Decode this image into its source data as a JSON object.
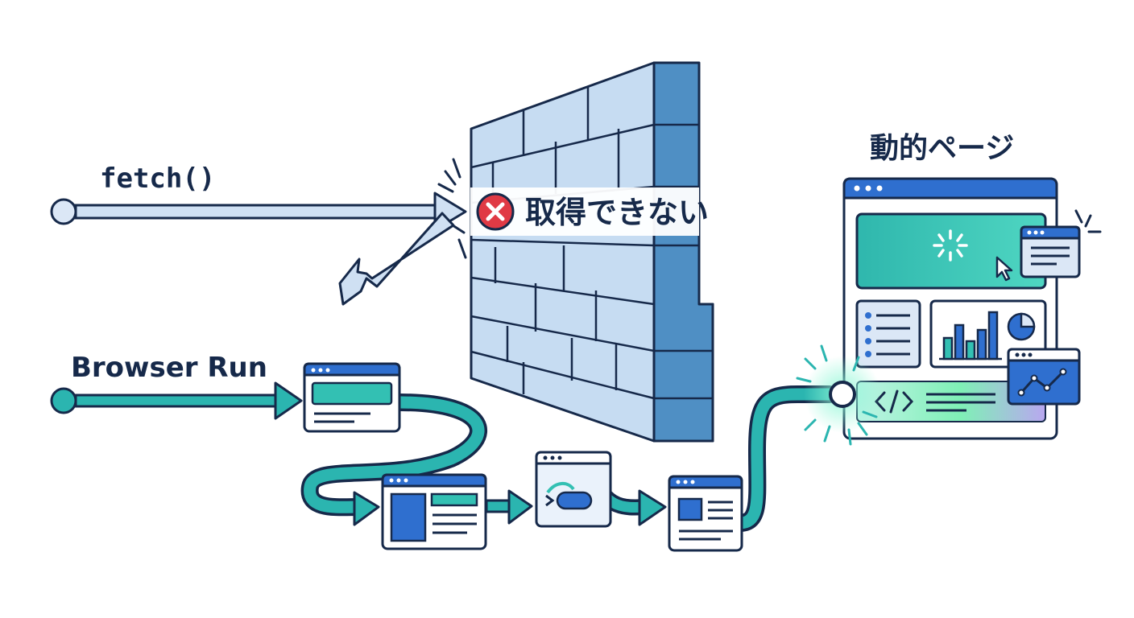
{
  "labels": {
    "fetch": "fetch()",
    "browser_run": "Browser Run",
    "error": "取得できない",
    "dynamic_page": "動的ページ"
  },
  "icons": {
    "error": "error-x-icon",
    "spinner": "loading-spinner-icon",
    "cursor": "mouse-cursor-icon",
    "code": "code-brackets-icon",
    "pie": "pie-chart-icon",
    "bars": "bar-chart-icon",
    "line": "line-chart-icon"
  },
  "colors": {
    "outline": "#16294a",
    "fetch_path": "#cfe0f3",
    "browser_path": "#2bb5b0",
    "error_red": "#e03a45",
    "wall_face": "#c6dcf2",
    "wall_side": "#4f8fc4",
    "window_bar": "#2f6fcf",
    "panel_teal": "#33c0b3",
    "accent_green": "#36d0a0"
  }
}
